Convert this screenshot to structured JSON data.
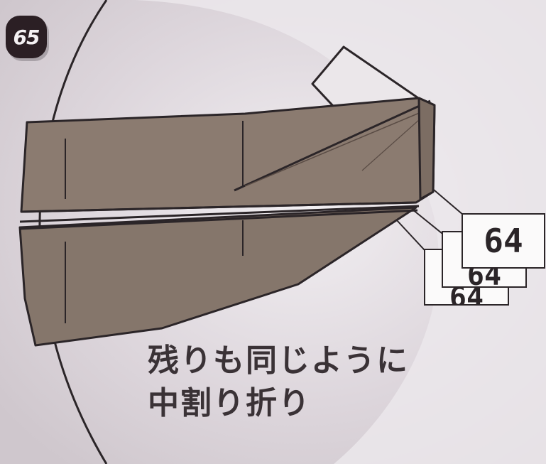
{
  "step_number": "65",
  "labels": {
    "back": "64",
    "middle": "64",
    "front": "64"
  },
  "instruction": {
    "line1": "残りも同じように",
    "line2": "中割り折り"
  },
  "colors": {
    "paper": "#8a7a70",
    "paper_dark": "#6f6058",
    "outline": "#2b2528",
    "background": "#e6e1e6"
  }
}
